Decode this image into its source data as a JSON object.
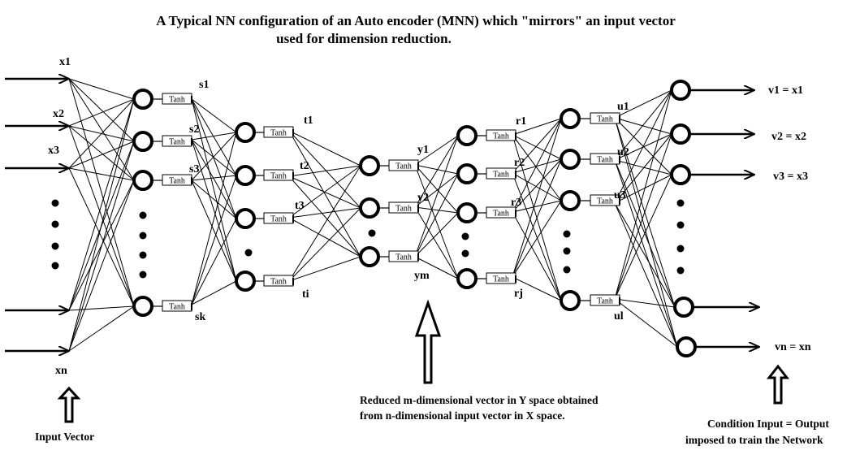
{
  "title": {
    "line1": "A Typical NN configuration of an Auto encoder (MNN) which \"mirrors\" an input vector",
    "line2": "used for dimension reduction."
  },
  "activation_label": "Tanh",
  "input_labels": [
    "x1",
    "x2",
    "x3",
    "xn"
  ],
  "layer_s_labels": [
    "s1",
    "s2",
    "s3",
    "sk"
  ],
  "layer_t_labels": [
    "t1",
    "t2",
    "t3",
    "ti"
  ],
  "layer_y_labels": [
    "y1",
    "y2",
    "ym"
  ],
  "layer_r_labels": [
    "r1",
    "r2",
    "r3",
    "rj"
  ],
  "layer_u_labels": [
    "u1",
    "u2",
    "u3",
    "ul"
  ],
  "output_labels": [
    "v1 = x1",
    "v2 = x2",
    "v3 = x3",
    "vn = xn"
  ],
  "captions": {
    "input_vector": "Input Vector",
    "reduced_line1": "Reduced  m-dimensional vector in Y space obtained",
    "reduced_line2": "from n-dimensional  input vector in X space.",
    "condition_line1": "Condition Input = Output",
    "condition_line2": "imposed to train the Network"
  }
}
